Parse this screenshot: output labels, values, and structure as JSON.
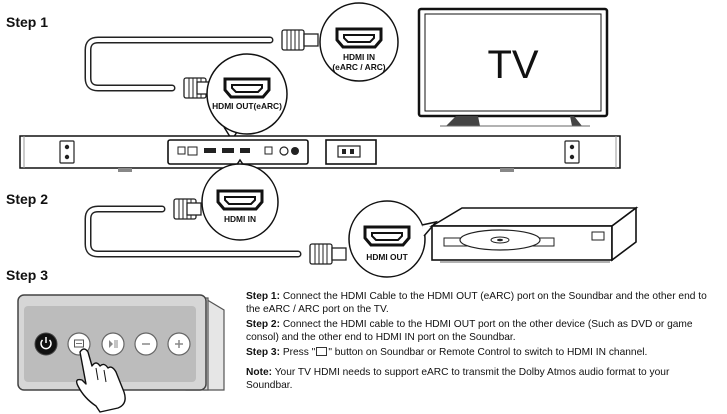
{
  "steps": {
    "step1": "Step 1",
    "step2": "Step 2",
    "step3": "Step 3"
  },
  "ports": {
    "hdmi_in_earc_line1": "HDMI IN",
    "hdmi_in_earc_line2": "(eARC / ARC)",
    "hdmi_out_earc": "HDMI OUT(eARC)",
    "hdmi_in": "HDMI IN",
    "hdmi_out": "HDMI OUT"
  },
  "devices": {
    "tv_label": "TV"
  },
  "instructions": {
    "step1_label": "Step 1:",
    "step1_text": "Connect the HDMI Cable to the HDMI OUT (eARC) port on the Soundbar and the other end to the eARC / ARC port on the TV.",
    "step2_label": "Step 2:",
    "step2_text": "Connect the HDMI cable to the HDMI OUT port on the other device (Such as DVD or game consol) and the other end to HDMI IN port on the Soundbar.",
    "step3_label": "Step 3:",
    "step3_text_a": "Press \"",
    "step3_text_b": "\" button on Soundbar or Remote Control to switch to HDMI IN channel.",
    "note_label": "Note:",
    "note_text": "Your TV HDMI needs to support eARC to transmit the Dolby Atmos audio format to your Soundbar."
  }
}
